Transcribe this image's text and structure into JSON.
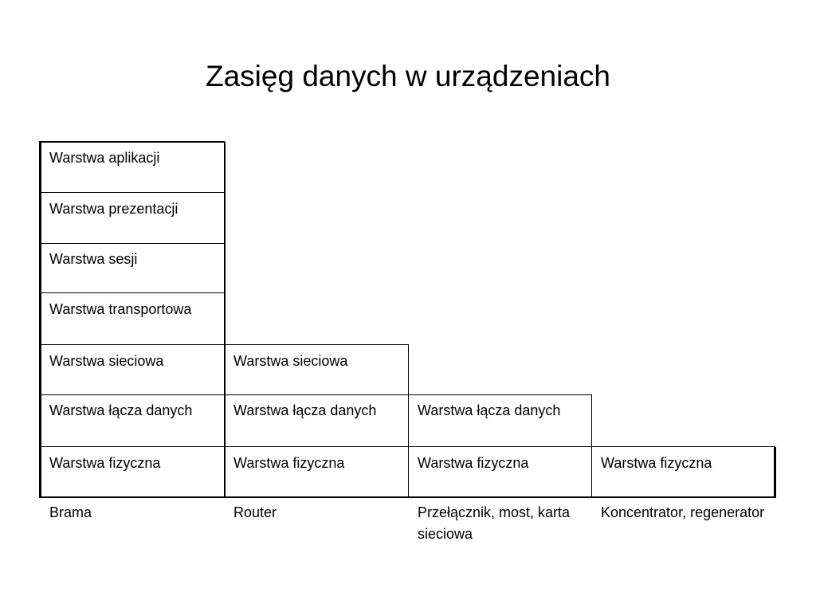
{
  "title": "Zasięg danych w urządzeniach",
  "columns": [
    {
      "layers": [
        "Warstwa aplikacji",
        "Warstwa prezentacji",
        "Warstwa sesji",
        "Warstwa transportowa",
        "Warstwa sieciowa",
        "Warstwa łącza danych",
        "Warstwa fizyczna"
      ],
      "device": "Brama"
    },
    {
      "layers": [
        "Warstwa sieciowa",
        "Warstwa łącza danych",
        "Warstwa fizyczna"
      ],
      "device": "Router"
    },
    {
      "layers": [
        "Warstwa łącza danych",
        "Warstwa fizyczna"
      ],
      "device": "Przełącznik, most, karta sieciowa"
    },
    {
      "layers": [
        "Warstwa fizyczna"
      ],
      "device": "Koncentrator, regenerator"
    }
  ]
}
